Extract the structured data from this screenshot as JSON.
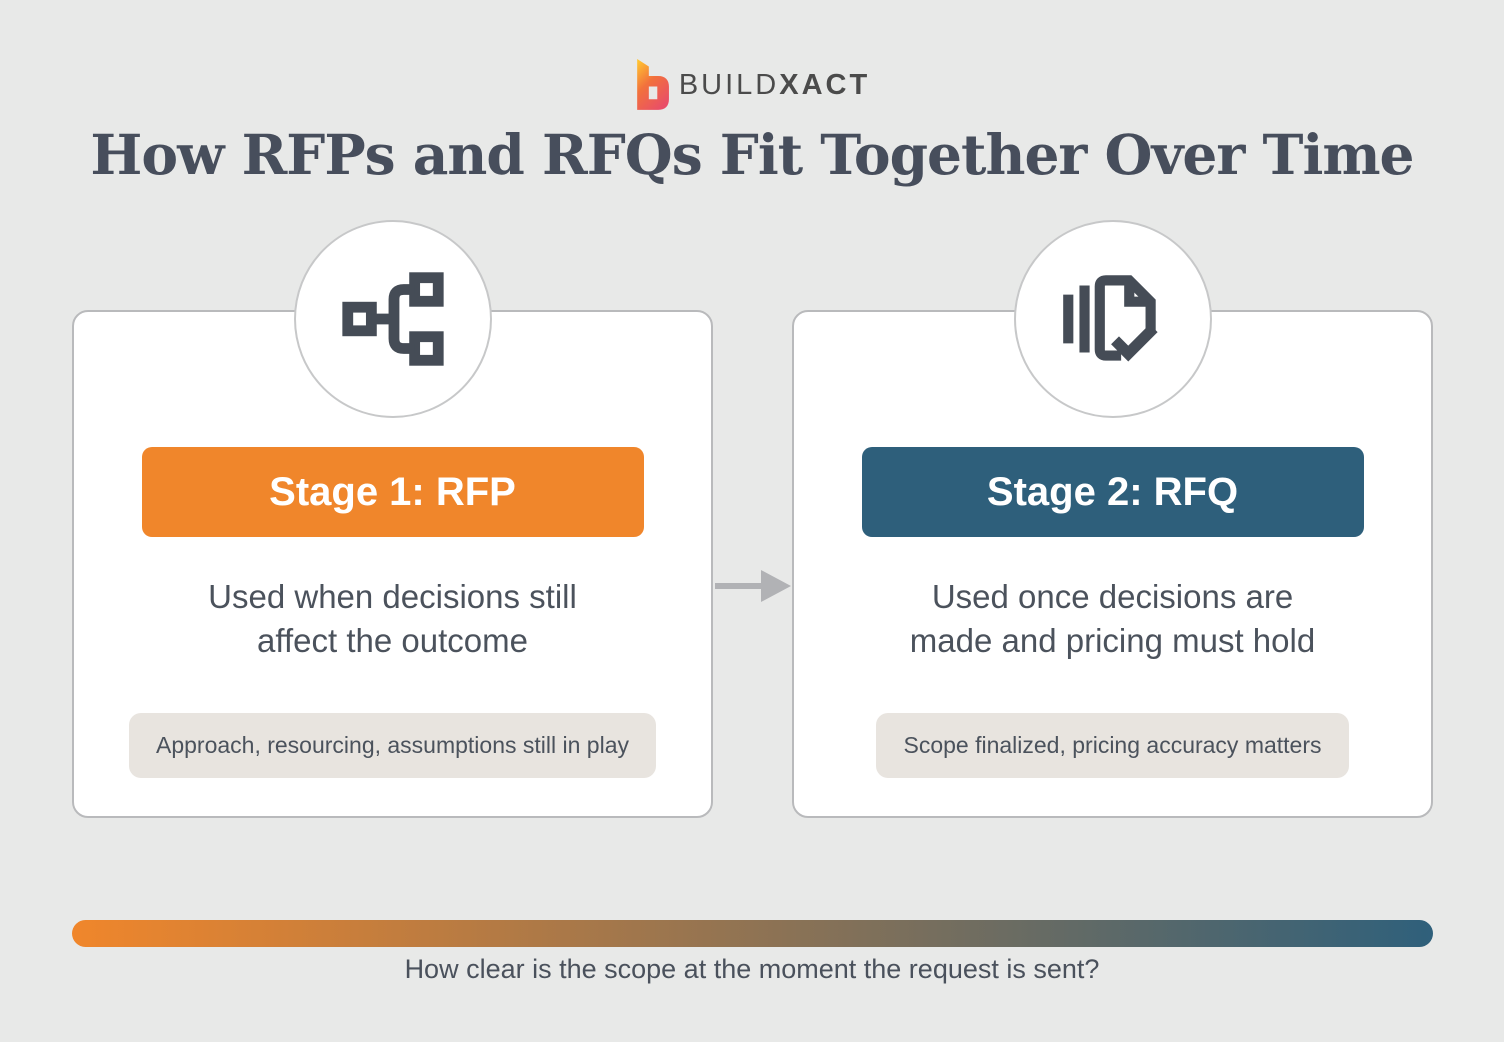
{
  "brand": {
    "name_regular": "BUILD",
    "name_bold": "XACT",
    "mark_colors": [
      "#FFC431",
      "#F2713C",
      "#E94E68"
    ]
  },
  "title": "How RFPs and RFQs Fit Together Over Time",
  "stages": [
    {
      "label": "Stage 1: RFP",
      "description": "Used when decisions still\naffect the outcome",
      "note": "Approach, resourcing, assumptions still in play",
      "color": "#F0862B",
      "icon": "flowchart-icon"
    },
    {
      "label": "Stage 2: RFQ",
      "description": "Used once decisions are\nmade and pricing must hold",
      "note": "Scope finalized, pricing accuracy matters",
      "color": "#2E5F7B",
      "icon": "documents-check-icon"
    }
  ],
  "timeline": {
    "gradient_start": "#F0862B",
    "gradient_end": "#2F607B",
    "question": "How clear is the scope at the moment the request is sent?"
  }
}
